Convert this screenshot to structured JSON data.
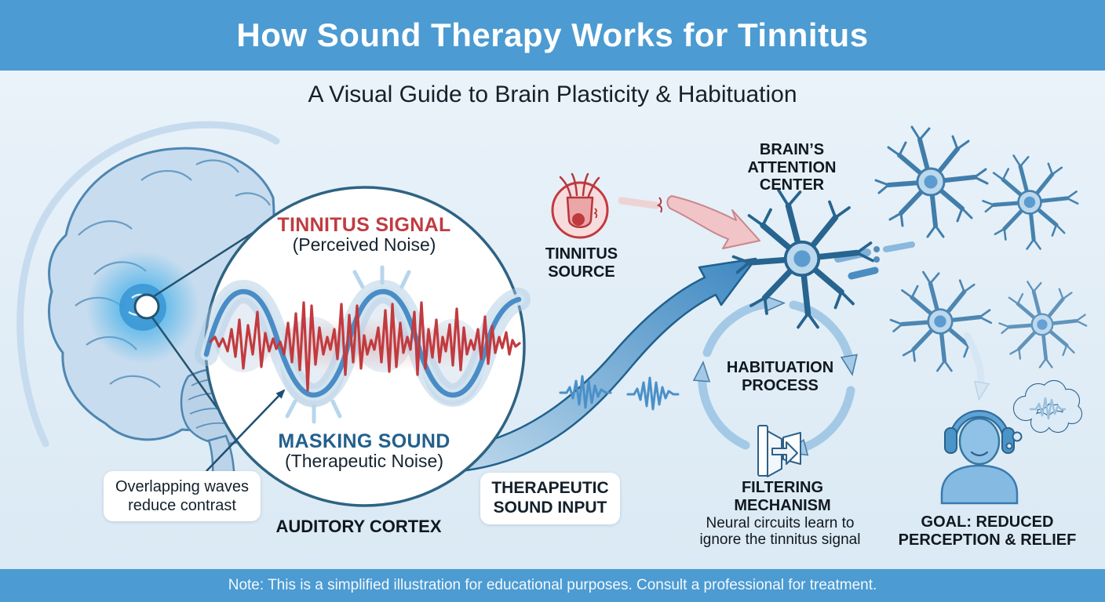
{
  "header": {
    "title": "How Sound Therapy Works for Tinnitus"
  },
  "subtitle": "A Visual Guide to Brain Plasticity & Habituation",
  "magnifier": {
    "tinnitus_signal_label": "TINNITUS SIGNAL",
    "tinnitus_signal_sub": "(Perceived Noise)",
    "masking_sound_label": "MASKING SOUND",
    "masking_sound_sub": "(Therapeutic Noise)",
    "region_label": "AUDITORY CORTEX",
    "annotation": "Overlapping waves reduce contrast"
  },
  "pathway": {
    "tinnitus_source_label": "TINNITUS SOURCE",
    "attention_center_label": "BRAIN’S ATTENTION CENTER",
    "therapeutic_input_label": "THERAPEUTIC SOUND INPUT",
    "habituation_label": "HABITUATION PROCESS",
    "filtering_label": "FILTERING MECHANISM",
    "filtering_caption": "Neural circuits learn to ignore the tinnitus signal",
    "goal_label": "GOAL: REDUCED PERCEPTION & RELIEF"
  },
  "footer": {
    "note": "Note: This is a simplified illustration for educational purposes. Consult a professional for treatment."
  },
  "icons": {
    "brain": "svg-brain-side-view",
    "hair_cell": "svg-damaged-hair-cell",
    "neuron": "svg-neuron",
    "cycle_arrows": "svg-circular-arrows",
    "filter": "svg-filter-gate",
    "sound_wave": "svg-wavelet",
    "headphones_person": "svg-person-with-headphones",
    "thought_bubble": "svg-cloud-with-waveform"
  },
  "palette": {
    "banner_blue": "#4c9bd2",
    "background_top": "#eef5fb",
    "background_bottom": "#dae9f4",
    "tinnitus_red": "#c23a3e",
    "masking_blue_text": "#23608c",
    "wave_blue": "#4a8cc6",
    "arrow_blue": "#3e88c2",
    "pathway_pink": "#f1c4c7",
    "neuron_fill": "#bcd8ed",
    "ink": "#10181f",
    "white": "#ffffff"
  }
}
